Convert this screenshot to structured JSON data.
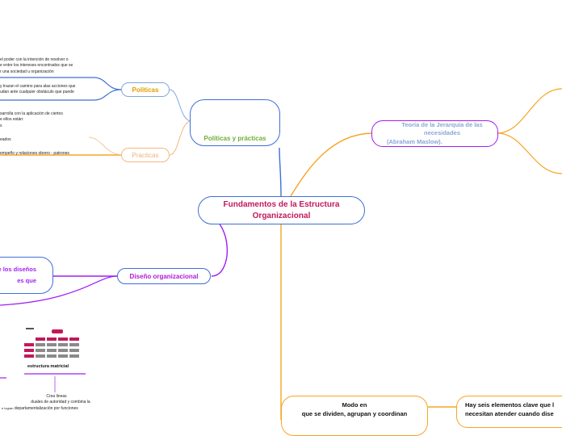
{
  "central": {
    "line1": "Fundamentos de la Estructura",
    "line2": "Organizacional"
  },
  "politicas_practicas": {
    "label": "Políticas y prácticas",
    "avatar_colors": [
      "#e6a23c",
      "#3aa0c8",
      "#e35b5b",
      "#5bb36b",
      "#8a5bd1",
      "#e07b39",
      "#3aa0c8",
      "#e35b5b",
      "#5bb36b",
      "#e6a23c",
      "#8a5bd1"
    ]
  },
  "politicas": {
    "label": "Políticas",
    "text1": [
      "el poder con la intención de resolver o",
      "e entre los intereses encontrados que se",
      "r una sociedad u organización"
    ],
    "text2": [
      "y trazan el camino para alas acciones que",
      "udan ante cualquier obstáculo que puede"
    ]
  },
  "practicas": {
    "label": "Practicas",
    "text1": [
      "sarrolla con la aplicación de ciertos",
      "e ellos están:",
      "s"
    ],
    "text2": "eados",
    "text3": "empeño y relaciones obrero - patrones"
  },
  "maslow": {
    "line1": "Teoría de la Jerarquía de las necesidades",
    "line2": "(Abraham Maslow)."
  },
  "diseno": {
    "label": "Diseño organizacional",
    "side_line1": "e los diseños",
    "side_line2": "es que"
  },
  "matricial": {
    "label": "estructura matricial"
  },
  "matrix_text": {
    "line1": "Crea lineas",
    "line2": "duales de autoridad y combina la",
    "line3_a": "e logran",
    "line3_b": "departamentalización por funciones"
  },
  "modo": {
    "line1": "Modo en",
    "line2": "que se dividen, agrupan y coordinan"
  },
  "seis": {
    "line1": "Hay seis elementos clave que l",
    "line2": "necesitan atender cuando dise"
  },
  "colors": {
    "central_border": "#3f6fd6",
    "central_text": "#c2185b",
    "blue": "#3f6fd6",
    "blue_light": "#7fa7e0",
    "orange": "#f5a623",
    "orange_text": "#e08a00",
    "orange_light": "#f3b980",
    "purple": "#a020f0",
    "purple_text": "#b01ad8",
    "maslow_text": "#8aa6d8",
    "practicas_text": "#f0b27a",
    "green_text": "#6fae3a",
    "politicas_text": "#e0a000"
  }
}
